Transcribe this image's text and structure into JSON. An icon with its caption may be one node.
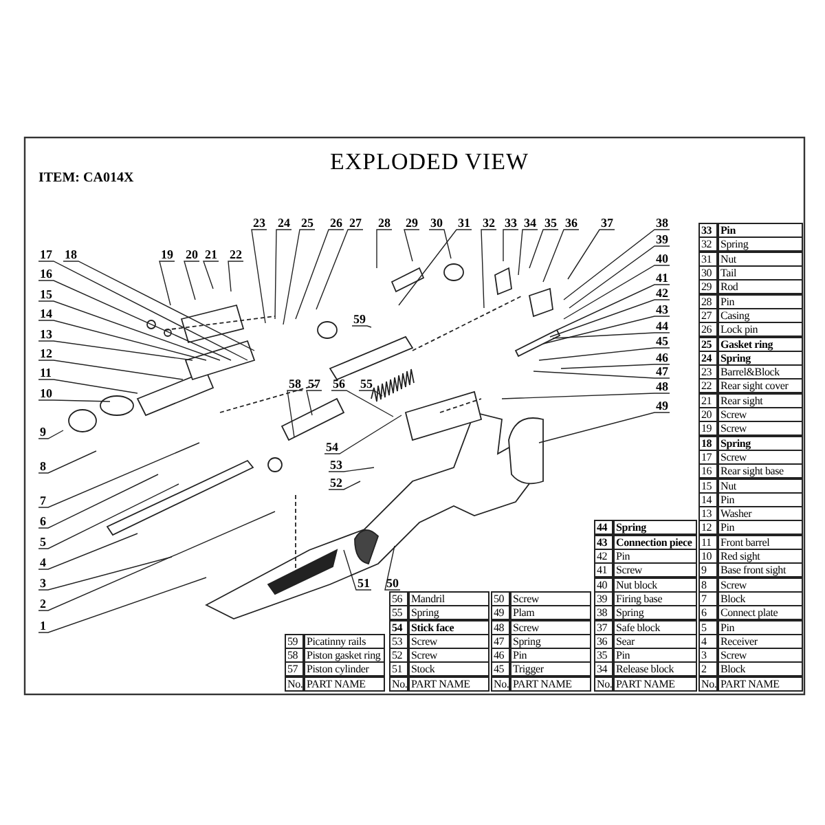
{
  "diagram": {
    "title": "EXPLODED VIEW",
    "nodes": [
      {
        "text": [
          "1"
        ]
      },
      {
        "text": [
          "2"
        ]
      },
      {
        "text": [
          "3"
        ]
      },
      {
        "text": [
          "4"
        ]
      },
      {
        "text": [
          "5"
        ]
      },
      {
        "text": [
          "6"
        ]
      },
      {
        "text": [
          "7"
        ]
      },
      {
        "text": [
          "8"
        ]
      },
      {
        "text": [
          "9"
        ]
      },
      {
        "text": [
          "10"
        ]
      },
      {
        "text": [
          "11"
        ]
      },
      {
        "text": [
          "12"
        ]
      },
      {
        "text": [
          "13"
        ]
      },
      {
        "text": [
          "14"
        ]
      },
      {
        "text": [
          "15"
        ]
      },
      {
        "text": [
          "16"
        ]
      },
      {
        "text": [
          "17"
        ]
      },
      {
        "text": [
          "18"
        ]
      },
      {
        "text": [
          "19"
        ]
      },
      {
        "text": [
          "20"
        ]
      },
      {
        "text": [
          "21"
        ]
      },
      {
        "text": [
          "22"
        ]
      },
      {
        "text": [
          "23"
        ]
      },
      {
        "text": [
          "24"
        ]
      },
      {
        "text": [
          "25"
        ]
      },
      {
        "text": [
          "26"
        ]
      },
      {
        "text": [
          "27"
        ]
      },
      {
        "text": [
          "28"
        ]
      },
      {
        "text": [
          "29"
        ]
      },
      {
        "text": [
          "30"
        ]
      },
      {
        "text": [
          "31"
        ]
      },
      {
        "text": [
          "32"
        ]
      },
      {
        "text": [
          "33"
        ]
      },
      {
        "text": [
          "34"
        ]
      },
      {
        "text": [
          "35"
        ]
      },
      {
        "text": [
          "36"
        ]
      },
      {
        "text": [
          "37"
        ]
      },
      {
        "text": [
          "38"
        ]
      },
      {
        "text": [
          "39"
        ]
      },
      {
        "text": [
          "40"
        ]
      },
      {
        "text": [
          "41"
        ]
      },
      {
        "text": [
          "42"
        ]
      },
      {
        "text": [
          "43"
        ]
      },
      {
        "text": [
          "44"
        ]
      },
      {
        "text": [
          "45"
        ]
      },
      {
        "text": [
          "46"
        ]
      },
      {
        "text": [
          "47"
        ]
      },
      {
        "text": [
          "48"
        ]
      },
      {
        "text": [
          "49"
        ]
      },
      {
        "text": [
          "50"
        ]
      },
      {
        "text": [
          "51"
        ]
      },
      {
        "text": [
          "52"
        ]
      },
      {
        "text": [
          "53"
        ]
      },
      {
        "text": [
          "54"
        ]
      },
      {
        "text": [
          "55"
        ]
      },
      {
        "text": [
          "56"
        ]
      },
      {
        "text": [
          "57"
        ]
      },
      {
        "text": [
          "58"
        ]
      },
      {
        "text": [
          "59"
        ]
      }
    ],
    "edges": [
      {
        "from": 0,
        "to": null,
        "arrow": "none"
      },
      {
        "from": 1,
        "to": null,
        "arrow": "none"
      },
      {
        "from": 2,
        "to": null,
        "arrow": "none"
      },
      {
        "from": 3,
        "to": null,
        "arrow": "none"
      },
      {
        "from": 4,
        "to": null,
        "arrow": "none"
      },
      {
        "from": 5,
        "to": null,
        "arrow": "none"
      },
      {
        "from": 6,
        "to": null,
        "arrow": "none"
      },
      {
        "from": 7,
        "to": null,
        "arrow": "none"
      },
      {
        "from": 8,
        "to": null,
        "arrow": "none"
      },
      {
        "from": 9,
        "to": null,
        "arrow": "none"
      },
      {
        "from": 10,
        "to": null,
        "arrow": "none"
      },
      {
        "from": 11,
        "to": null,
        "arrow": "none"
      },
      {
        "from": 12,
        "to": null,
        "arrow": "none"
      },
      {
        "from": 13,
        "to": null,
        "arrow": "none"
      },
      {
        "from": 14,
        "to": null,
        "arrow": "none"
      },
      {
        "from": 15,
        "to": null,
        "arrow": "none"
      },
      {
        "from": 16,
        "to": null,
        "arrow": "none"
      },
      {
        "from": 17,
        "to": null,
        "arrow": "none"
      },
      {
        "from": 18,
        "to": null,
        "arrow": "none"
      },
      {
        "from": 19,
        "to": null,
        "arrow": "none"
      },
      {
        "from": 20,
        "to": null,
        "arrow": "none"
      },
      {
        "from": 21,
        "to": null,
        "arrow": "none"
      },
      {
        "from": 22,
        "to": null,
        "arrow": "none"
      },
      {
        "from": 23,
        "to": null,
        "arrow": "none"
      },
      {
        "from": 24,
        "to": null,
        "arrow": "none"
      },
      {
        "from": 25,
        "to": null,
        "arrow": "none"
      },
      {
        "from": 26,
        "to": null,
        "arrow": "none"
      },
      {
        "from": 27,
        "to": null,
        "arrow": "none"
      },
      {
        "from": 28,
        "to": null,
        "arrow": "none"
      },
      {
        "from": 29,
        "to": null,
        "arrow": "none"
      },
      {
        "from": 30,
        "to": null,
        "arrow": "none"
      },
      {
        "from": 31,
        "to": null,
        "arrow": "none"
      },
      {
        "from": 32,
        "to": null,
        "arrow": "none"
      },
      {
        "from": 33,
        "to": null,
        "arrow": "none"
      },
      {
        "from": 34,
        "to": null,
        "arrow": "none"
      },
      {
        "from": 35,
        "to": null,
        "arrow": "none"
      },
      {
        "from": 36,
        "to": null,
        "arrow": "none"
      },
      {
        "from": 37,
        "to": null,
        "arrow": "none"
      },
      {
        "from": 38,
        "to": null,
        "arrow": "none"
      },
      {
        "from": 39,
        "to": null,
        "arrow": "none"
      },
      {
        "from": 40,
        "to": null,
        "arrow": "none"
      },
      {
        "from": 41,
        "to": null,
        "arrow": "none"
      },
      {
        "from": 42,
        "to": null,
        "arrow": "none"
      },
      {
        "from": 43,
        "to": null,
        "arrow": "none"
      },
      {
        "from": 44,
        "to": null,
        "arrow": "none"
      },
      {
        "from": 45,
        "to": null,
        "arrow": "none"
      },
      {
        "from": 46,
        "to": null,
        "arrow": "none"
      },
      {
        "from": 47,
        "to": null,
        "arrow": "none"
      },
      {
        "from": 48,
        "to": null,
        "arrow": "none"
      },
      {
        "from": 49,
        "to": null,
        "arrow": "none"
      },
      {
        "from": 50,
        "to": null,
        "arrow": "none"
      },
      {
        "from": 51,
        "to": null,
        "arrow": "none"
      },
      {
        "from": 52,
        "to": null,
        "arrow": "none"
      },
      {
        "from": 53,
        "to": null,
        "arrow": "none"
      },
      {
        "from": 54,
        "to": null,
        "arrow": "none"
      },
      {
        "from": 55,
        "to": null,
        "arrow": "none"
      },
      {
        "from": 56,
        "to": null,
        "arrow": "none"
      },
      {
        "from": 57,
        "to": null,
        "arrow": "none"
      },
      {
        "from": 58,
        "to": null,
        "arrow": "none"
      }
    ],
    "labels": [
      "ITEM: CA014X",
      "33",
      "Pin",
      "32",
      "Spring",
      "31",
      "Nut",
      "30",
      "Tail",
      "29",
      "Rod",
      "28",
      "Pin",
      "27",
      "Casing",
      "26",
      "Lock pin",
      "25",
      "Gasket ring",
      "24",
      "Spring",
      "23",
      "Barrel&Block",
      "22",
      "Rear sight cover",
      "21",
      "Rear sight",
      "20",
      "Screw",
      "19",
      "Screw",
      "18",
      "Spring",
      "17",
      "Screw",
      "16",
      "Rear sight base",
      "15",
      "Nut",
      "14",
      "Pin",
      "13",
      "Washer",
      "12",
      "Pin",
      "11",
      "Front barrel",
      "10",
      "Red sight",
      "9",
      "Base front sight",
      "8",
      "Screw",
      "7",
      "Block",
      "6",
      "Connect plate",
      "5",
      "Pin",
      "4",
      "Receiver",
      "3",
      "Screw",
      "2",
      "Block",
      "No.",
      "PART NAME",
      "44",
      "Spring",
      "43",
      "Connection piece",
      "42",
      "Pin",
      "41",
      "Screw",
      "40",
      "Nut block",
      "39",
      "Firing base",
      "38",
      "Spring",
      "37",
      "Safe block",
      "36",
      "Sear",
      "35",
      "Pin",
      "34",
      "Release block",
      "No.",
      "PART NAME",
      "50",
      "Screw",
      "49",
      "Plam",
      "48",
      "Screw",
      "47",
      "Spring",
      "46",
      "Pin",
      "45",
      "Trigger",
      "No.",
      "PART NAME",
      "56",
      "Mandril",
      "55",
      "Spring",
      "54",
      "Stick face",
      "53",
      "Screw",
      "52",
      "Screw",
      "51",
      "Stock",
      "No.",
      "PART NAME",
      "59",
      "Picatinny rails",
      "58",
      "Piston gasket ring",
      "57",
      "Piston cylinder",
      "No.",
      "PART NAME"
    ]
  }
}
